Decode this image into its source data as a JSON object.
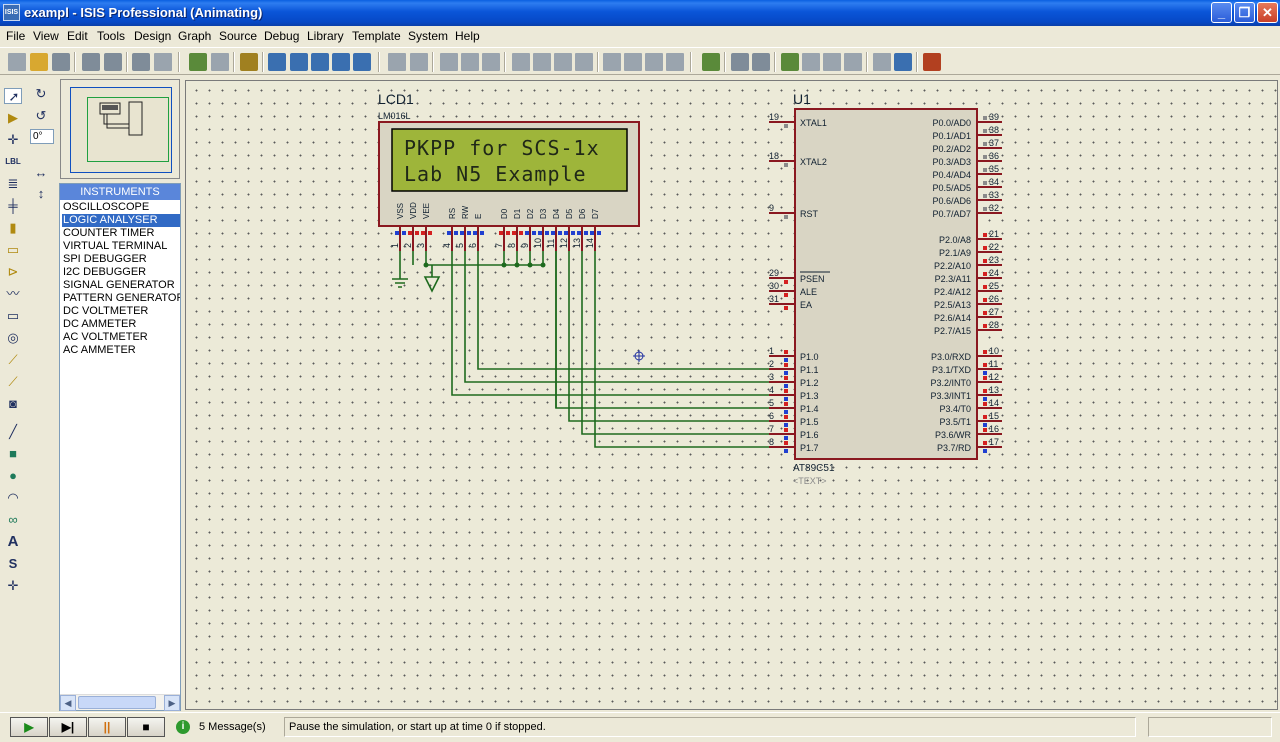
{
  "window": {
    "title": "exampl - ISIS Professional (Animating)",
    "icon_label": "ISIS"
  },
  "menu": [
    "File",
    "View",
    "Edit",
    "Tools",
    "Design",
    "Graph",
    "Source",
    "Debug",
    "Library",
    "Template",
    "System",
    "Help"
  ],
  "left_panel": {
    "rotation_value": "0°",
    "instruments_header": "INSTRUMENTS",
    "instruments": [
      "OSCILLOSCOPE",
      "LOGIC ANALYSER",
      "COUNTER TIMER",
      "VIRTUAL TERMINAL",
      "SPI DEBUGGER",
      "I2C DEBUGGER",
      "SIGNAL GENERATOR",
      "PATTERN GENERATOR",
      "DC VOLTMETER",
      "DC AMMETER",
      "AC VOLTMETER",
      "AC AMMETER"
    ],
    "selected_instrument": "LOGIC ANALYSER"
  },
  "schematic": {
    "lcd": {
      "ref": "LCD1",
      "part": "LM016L",
      "text_placeholder": "<TEXT>",
      "line1": "PKPP for SCS-1x",
      "line2": "Lab N5 Example",
      "pin_names": [
        "VSS",
        "VDD",
        "VEE",
        "RS",
        "RW",
        "E",
        "D0",
        "D1",
        "D2",
        "D3",
        "D4",
        "D5",
        "D6",
        "D7"
      ],
      "pin_numbers": [
        "1",
        "2",
        "3",
        "4",
        "5",
        "6",
        "7",
        "8",
        "9",
        "10",
        "11",
        "12",
        "13",
        "14"
      ]
    },
    "mcu": {
      "ref": "U1",
      "part": "AT89C51",
      "text_placeholder": "<TEXT>",
      "left_pins": [
        {
          "num": "19",
          "name": "XTAL1"
        },
        {
          "num": "18",
          "name": "XTAL2"
        },
        {
          "num": "9",
          "name": "RST"
        },
        {
          "num": "29",
          "name": "PSEN"
        },
        {
          "num": "30",
          "name": "ALE"
        },
        {
          "num": "31",
          "name": "EA"
        },
        {
          "num": "1",
          "name": "P1.0"
        },
        {
          "num": "2",
          "name": "P1.1"
        },
        {
          "num": "3",
          "name": "P1.2"
        },
        {
          "num": "4",
          "name": "P1.3"
        },
        {
          "num": "5",
          "name": "P1.4"
        },
        {
          "num": "6",
          "name": "P1.5"
        },
        {
          "num": "7",
          "name": "P1.6"
        },
        {
          "num": "8",
          "name": "P1.7"
        }
      ],
      "right_pins": [
        {
          "num": "39",
          "name": "P0.0/AD0"
        },
        {
          "num": "38",
          "name": "P0.1/AD1"
        },
        {
          "num": "37",
          "name": "P0.2/AD2"
        },
        {
          "num": "36",
          "name": "P0.3/AD3"
        },
        {
          "num": "35",
          "name": "P0.4/AD4"
        },
        {
          "num": "34",
          "name": "P0.5/AD5"
        },
        {
          "num": "33",
          "name": "P0.6/AD6"
        },
        {
          "num": "32",
          "name": "P0.7/AD7"
        },
        {
          "num": "21",
          "name": "P2.0/A8"
        },
        {
          "num": "22",
          "name": "P2.1/A9"
        },
        {
          "num": "23",
          "name": "P2.2/A10"
        },
        {
          "num": "24",
          "name": "P2.3/A11"
        },
        {
          "num": "25",
          "name": "P2.4/A12"
        },
        {
          "num": "26",
          "name": "P2.5/A13"
        },
        {
          "num": "27",
          "name": "P2.6/A14"
        },
        {
          "num": "28",
          "name": "P2.7/A15"
        },
        {
          "num": "10",
          "name": "P3.0/RXD"
        },
        {
          "num": "11",
          "name": "P3.1/TXD"
        },
        {
          "num": "12",
          "name": "P3.2/INT0"
        },
        {
          "num": "13",
          "name": "P3.3/INT1"
        },
        {
          "num": "14",
          "name": "P3.4/T0"
        },
        {
          "num": "15",
          "name": "P3.5/T1"
        },
        {
          "num": "16",
          "name": "P3.6/WR"
        },
        {
          "num": "17",
          "name": "P3.7/RD"
        }
      ]
    }
  },
  "status": {
    "messages": "5 Message(s)",
    "hint": "Pause the simulation, or start up at time 0 if stopped."
  },
  "colors": {
    "wire": "#1E6A1E",
    "outline": "#8A1820",
    "body": "#D9D5C4",
    "lcd_screen": "#9EB53A",
    "lcd_text": "#202818",
    "pin_red": "#D42020",
    "pin_blue": "#2040D0",
    "pin_gray": "#8A8A8A"
  }
}
